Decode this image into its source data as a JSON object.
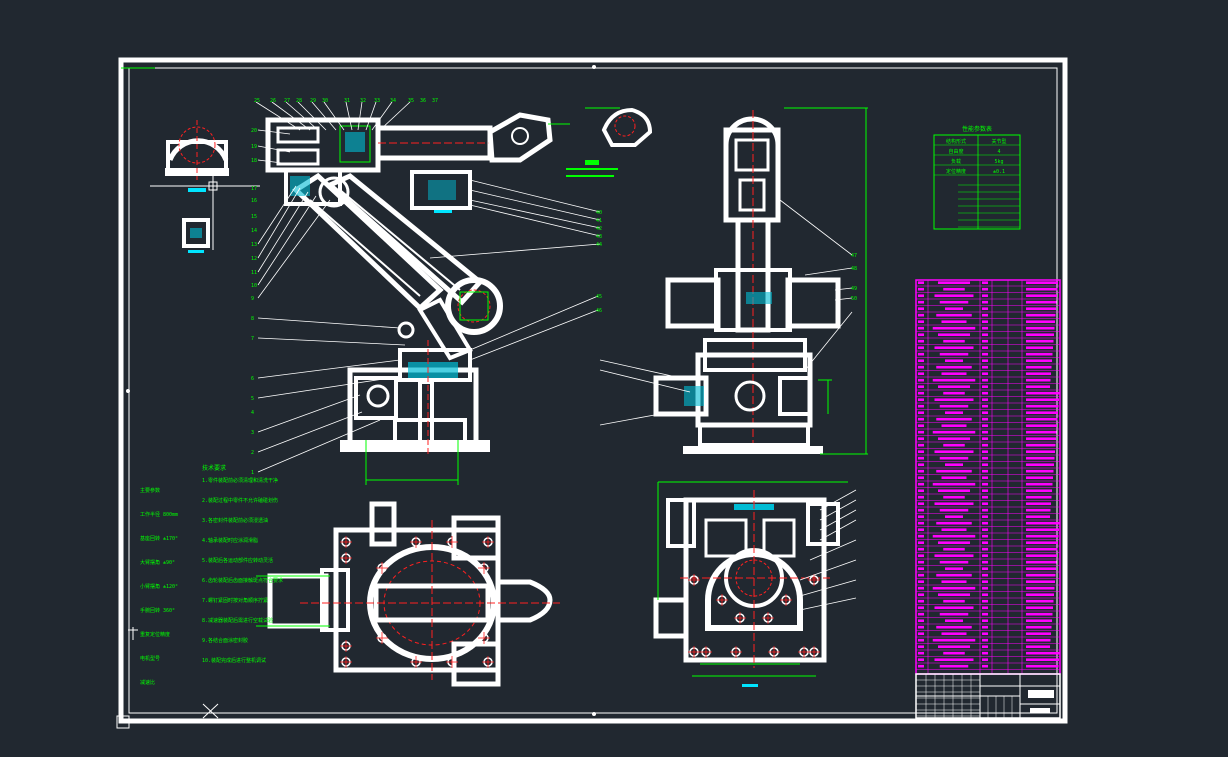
{
  "colors": {
    "background": "#212830",
    "frame": "#ffffff",
    "geometry": "#ffffff",
    "dimension": "#00ff00",
    "center": "#ff2020",
    "highlight": "#00e5ff",
    "bom": "#ff00ff"
  },
  "drawing": {
    "parameter_table_title": "性能参数表",
    "parameter_table": [
      [
        "结构形式",
        "关节型"
      ],
      [
        "自由度",
        "4"
      ],
      [
        "负载",
        "5kg"
      ],
      [
        "定位精度",
        "±0.1"
      ]
    ],
    "callouts_left": [
      "1",
      "2",
      "3",
      "4",
      "5",
      "6",
      "7",
      "8",
      "9",
      "10",
      "11",
      "12",
      "13",
      "14",
      "15",
      "16",
      "17",
      "18",
      "19",
      "20"
    ],
    "callouts_top": [
      "25",
      "26",
      "27",
      "28",
      "29",
      "30",
      "31",
      "32",
      "33",
      "34",
      "35",
      "36",
      "37"
    ],
    "callouts_right": [
      "40",
      "41",
      "42",
      "43",
      "44",
      "45",
      "46",
      "47",
      "48",
      "49",
      "50"
    ],
    "tech_requirements_title": "技术要求",
    "tech_requirements": [
      "1.零件装配前必须清理和清洗干净",
      "2.装配过程中零件不允许磕碰划伤",
      "3.各密封件装配前必须浸透油",
      "4.轴承装配时应涂润滑脂",
      "5.装配后各运动部件应转动灵活",
      "6.齿轮装配后齿面接触斑点符合要求",
      "7.螺钉紧固时按对角顺序拧紧",
      "8.减速器装配后需进行空载试验",
      "9.各结合面涂密封胶",
      "10.装配完成后进行整机调试"
    ],
    "notes_left": [
      "主要参数",
      "工作半径 800mm",
      "基座回转 ±170°",
      "大臂摆角 ±90°",
      "小臂摆角 ±120°",
      "手腕回转 360°",
      "重复定位精度",
      "电机型号",
      "减速比"
    ]
  }
}
